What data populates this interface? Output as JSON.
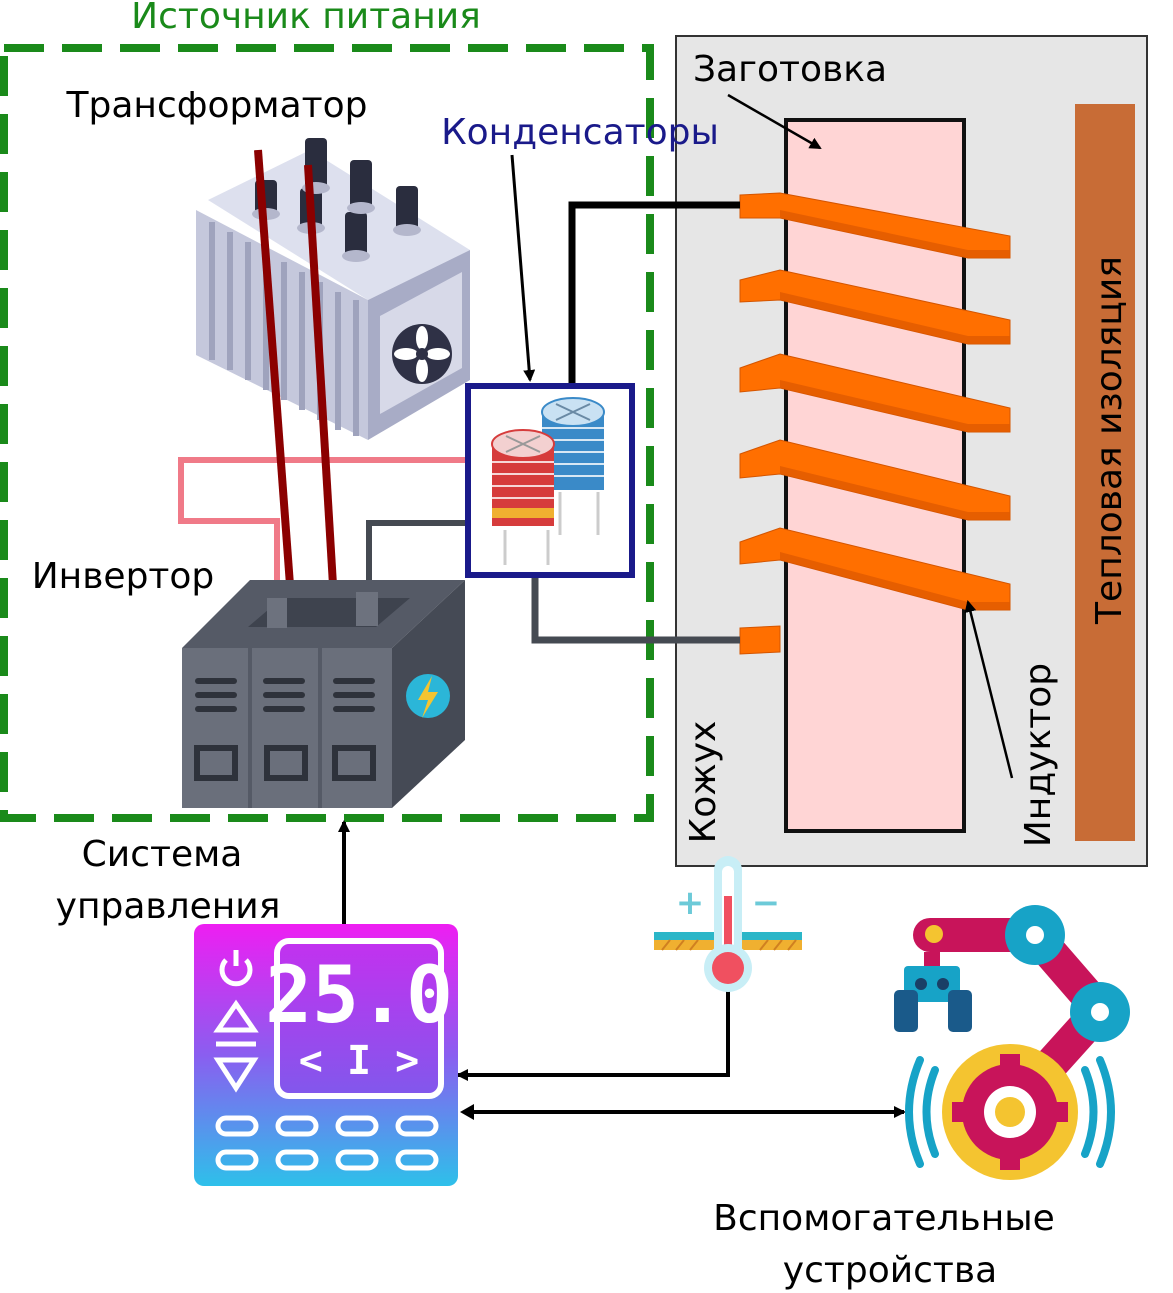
{
  "labels": {
    "power_source": "Источник питания",
    "transformer": "Трансформатор",
    "capacitors": "Конденсаторы",
    "workpiece": "Заготовка",
    "thermal_insulation": "Тепловая изоляция",
    "inverter": "Инвертор",
    "casing": "Кожух",
    "inductor": "Индуктор",
    "control_system_line1": "Система",
    "control_system_line2": "управления",
    "aux_line1": "Вспомогательные",
    "aux_line2": "устройства"
  },
  "controller": {
    "display_value": "25.0",
    "display_sub": "< I >"
  },
  "thermometer": {
    "plus": "+",
    "minus": "−"
  },
  "icons": {
    "transformer": "transformer-icon",
    "capacitors": "capacitors-icon",
    "inverter": "inverter-icon",
    "controller": "temperature-controller-icon",
    "thermometer": "thermometer-icon",
    "robot_arm": "robot-arm-icon"
  },
  "colors": {
    "power_source_border": "#1a8a1a",
    "capacitor_box": "#1a1a8a",
    "coil": "#ff6f00",
    "workpiece": "#ffd5d5",
    "insulation": "#c86c36",
    "casing": "#e6e6e6"
  }
}
